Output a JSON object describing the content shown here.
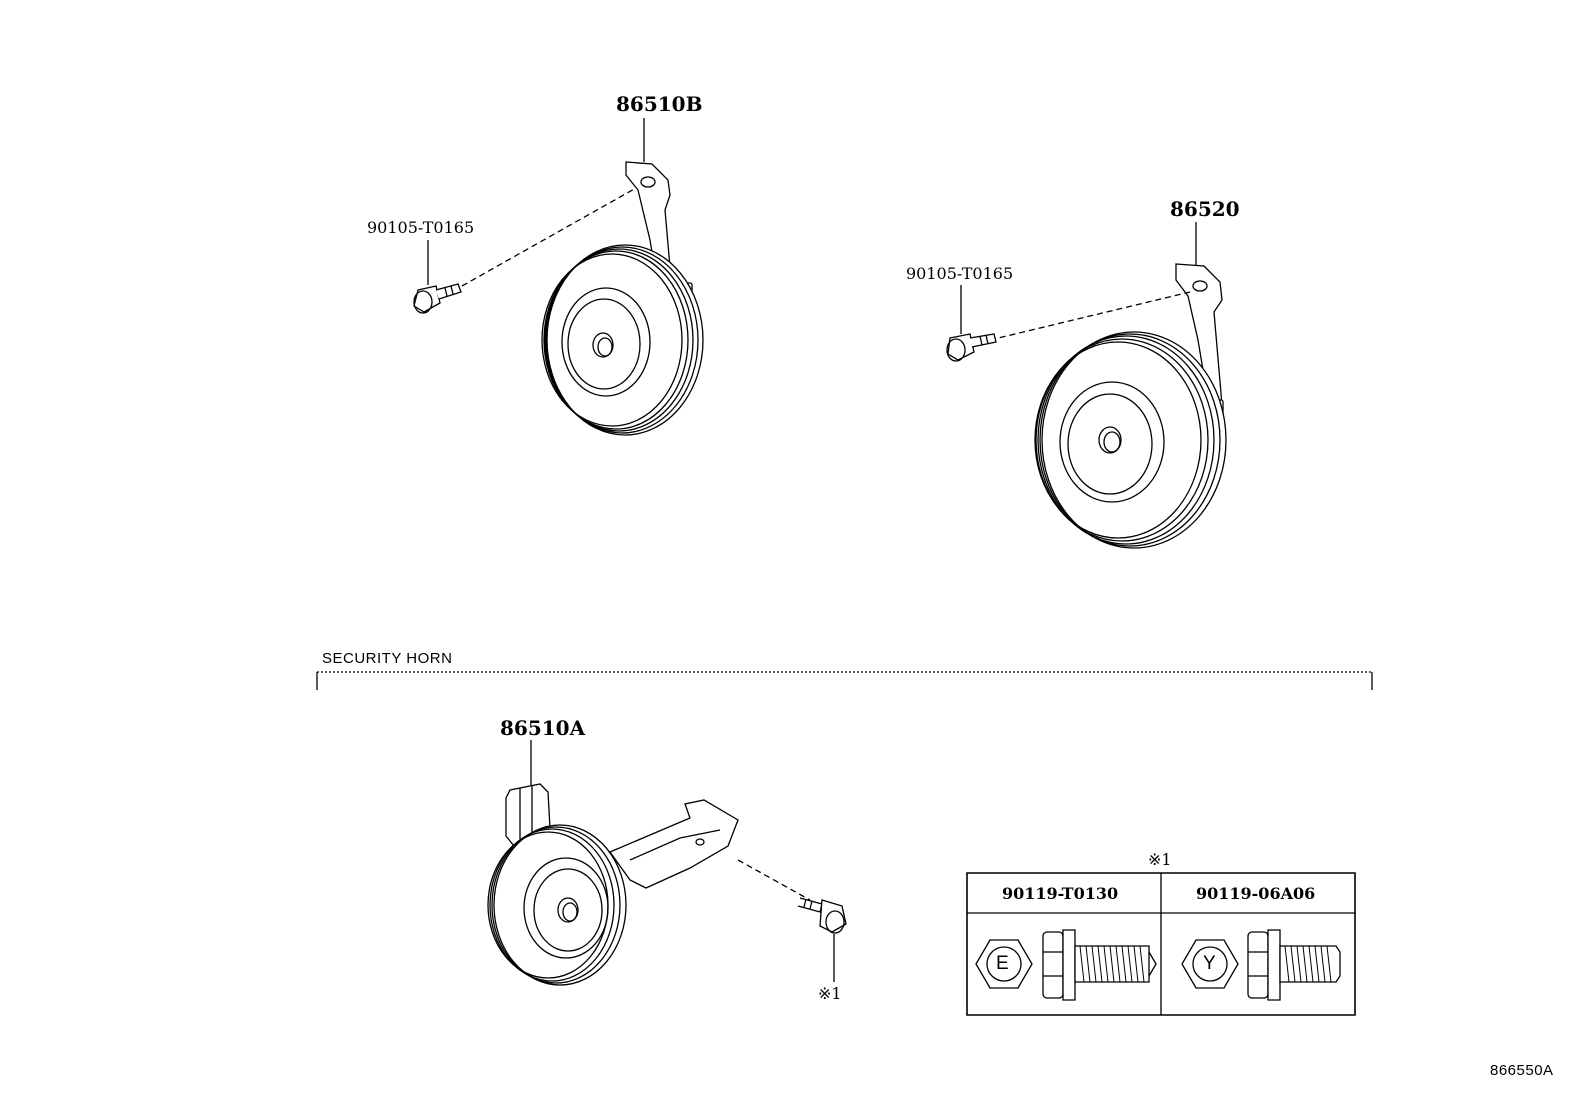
{
  "parts": {
    "horn_b": "86510B",
    "horn_low": "86520",
    "horn_security": "86510A",
    "bolt_b": "90105-T0165",
    "bolt_low": "90105-T0165",
    "note_ref": "※1"
  },
  "security_section": {
    "title": "SECURITY HORN"
  },
  "note_table": {
    "marker": "※1",
    "columns": [
      "90119-T0130",
      "90119-06A06"
    ],
    "head_marks": [
      "E",
      "Y"
    ]
  },
  "diagram_id": "866550A"
}
